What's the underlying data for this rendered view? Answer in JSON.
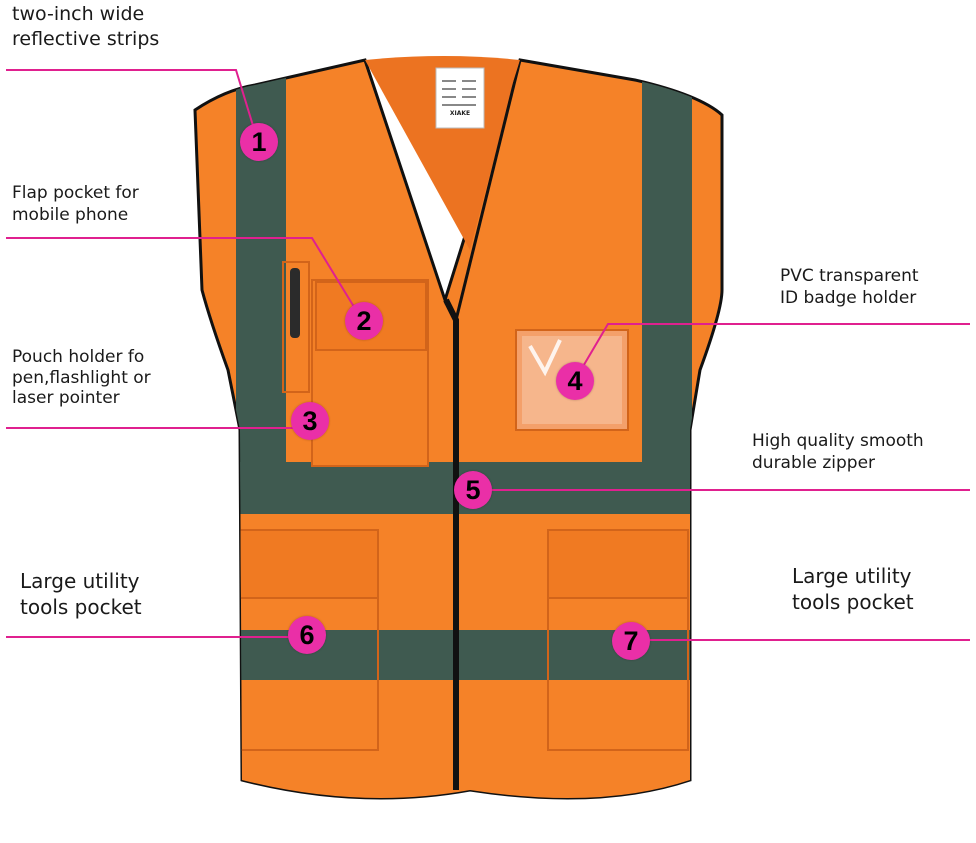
{
  "colors": {
    "vest_orange": "#f58228",
    "vest_orange_dark": "#e36d17",
    "reflective_strip": "#3f5a50",
    "callout_line": "#e0208f",
    "badge_fill": "#ea2fa7",
    "badge_text": "#000000",
    "label_text": "#1a1a1a"
  },
  "vest_tag": "XIAKE",
  "callouts": [
    {
      "number": "1",
      "lines": [
        "two-inch wide",
        "reflective strips"
      ]
    },
    {
      "number": "2",
      "lines": [
        "Flap pocket for",
        "mobile phone"
      ]
    },
    {
      "number": "3",
      "lines": [
        "Pouch holder fo",
        "pen,flashlight or",
        "laser pointer"
      ]
    },
    {
      "number": "4",
      "lines": [
        "PVC transparent",
        "ID badge holder"
      ]
    },
    {
      "number": "5",
      "lines": [
        "High quality smooth",
        "durable zipper"
      ]
    },
    {
      "number": "6",
      "lines": [
        "Large utility",
        "tools pocket"
      ]
    },
    {
      "number": "7",
      "lines": [
        "Large utility",
        "tools pocket"
      ]
    }
  ]
}
